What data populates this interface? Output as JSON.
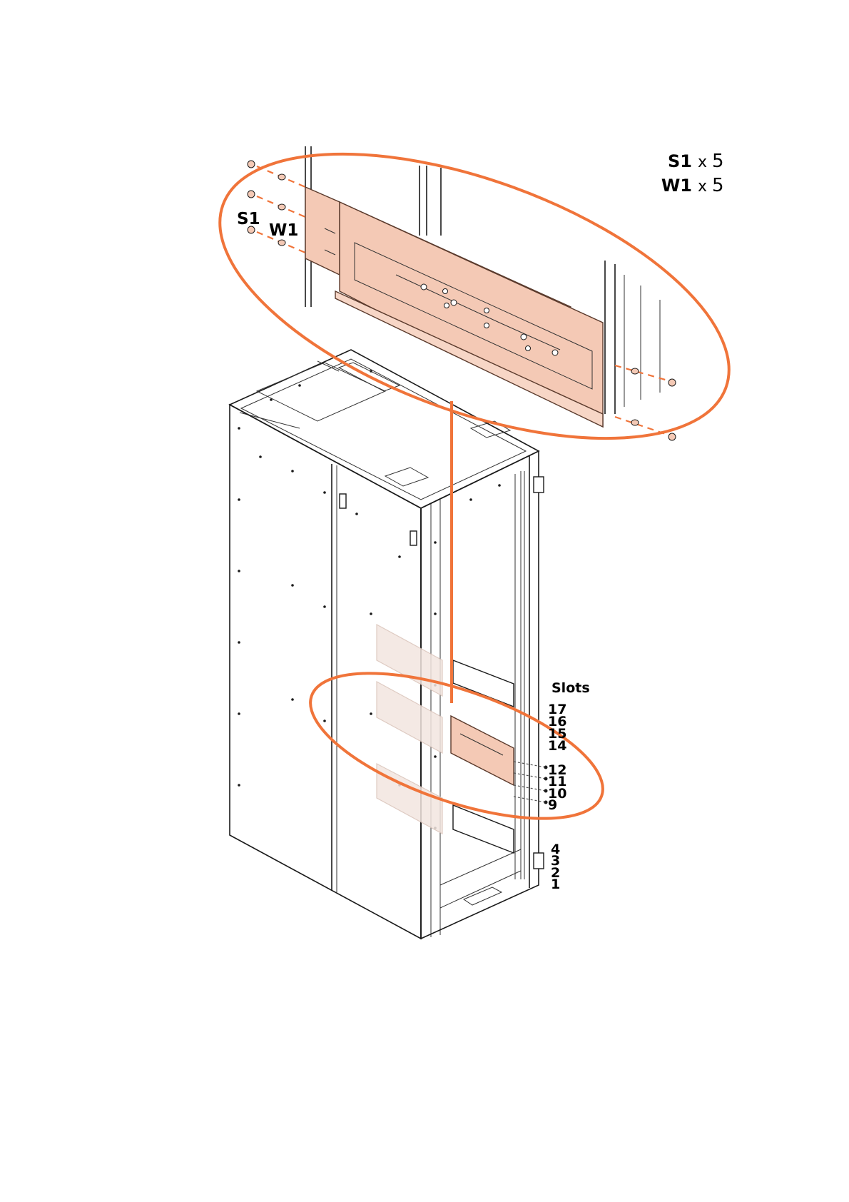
{
  "colors": {
    "accent": "#f0743a",
    "plate": "#f4c9b5",
    "line": "#1a1a1a"
  },
  "quantities": [
    {
      "part": "S1",
      "sep": "x",
      "count": "5"
    },
    {
      "part": "W1",
      "sep": "x",
      "count": "5"
    }
  ],
  "callouts": {
    "screw": "S1",
    "washer": "W1"
  },
  "slots": {
    "title": "Slots",
    "numbers": [
      "17",
      "16",
      "15",
      "14",
      "12",
      "11",
      "10",
      "9",
      "4",
      "3",
      "2",
      "1"
    ]
  }
}
